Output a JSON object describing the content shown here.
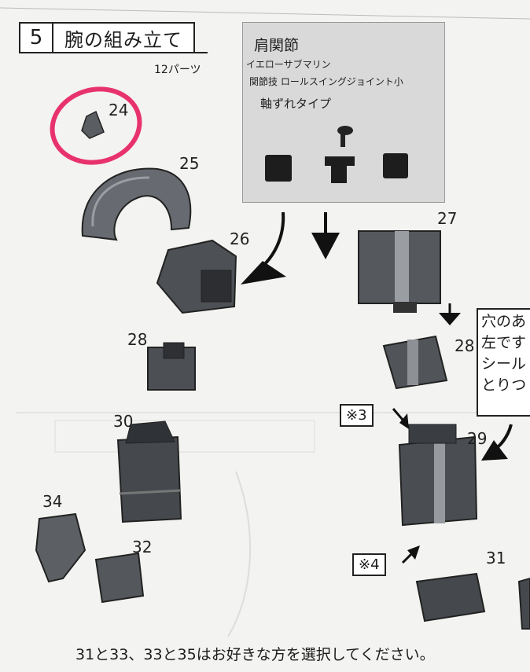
{
  "step": {
    "number": "5",
    "title": "腕の組み立て",
    "parts_count": "12パーツ"
  },
  "photo_note": {
    "line1": "肩関節",
    "line2": "イエローサブマリン",
    "line3": "関節技 ロールスイングジョイント小",
    "line4": "軸ずれタイプ"
  },
  "part_numbers": {
    "p24": "24",
    "p25": "25",
    "p26": "26",
    "p27": "27",
    "p28a": "28",
    "p28b": "28",
    "p29": "29",
    "p30": "30",
    "p31": "31",
    "p32": "32",
    "p34": "34"
  },
  "callout": {
    "line1": "穴のあ",
    "line2": "左です",
    "line3": "シール",
    "line4": "とりつ"
  },
  "notes": {
    "n3": "※3",
    "n4": "※4"
  },
  "footer": "31と33、33と35はお好きな方を選択してください。",
  "colors": {
    "highlight_circle": "#e8326e",
    "part_dark": "#3c3f44",
    "part_mid": "#6b6f75"
  }
}
